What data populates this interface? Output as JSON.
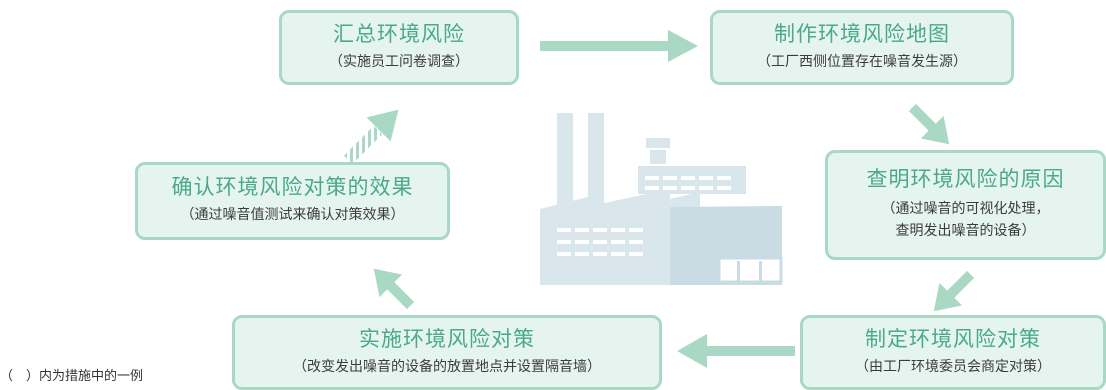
{
  "steps": [
    {
      "title": "汇总环境风险",
      "sub": "（实施员工问卷调查）"
    },
    {
      "title": "制作环境风险地图",
      "sub": "（工厂西侧位置存在噪音发生源）"
    },
    {
      "title": "查明环境风险的原因",
      "sub1": "（通过噪音的可视化处理，",
      "sub2": "查明发出噪音的设备）"
    },
    {
      "title": "制定环境风险对策",
      "sub": "（由工厂环境委员会商定对策）"
    },
    {
      "title": "实施环境风险对策",
      "sub": "（改变发出噪音的设备的放置地点并设置隔音墙）"
    },
    {
      "title": "确认环境风险对策的效果",
      "sub": "（通过噪音值测试来确认对策效果）"
    }
  ],
  "note": "（　）内为措施中的一例",
  "colors": {
    "box_fill": "#e5f4ee",
    "box_border": "#a9d8c5",
    "title": "#4aa98b",
    "arrow": "#a9d8c5",
    "factory": "#d9e6ec"
  }
}
